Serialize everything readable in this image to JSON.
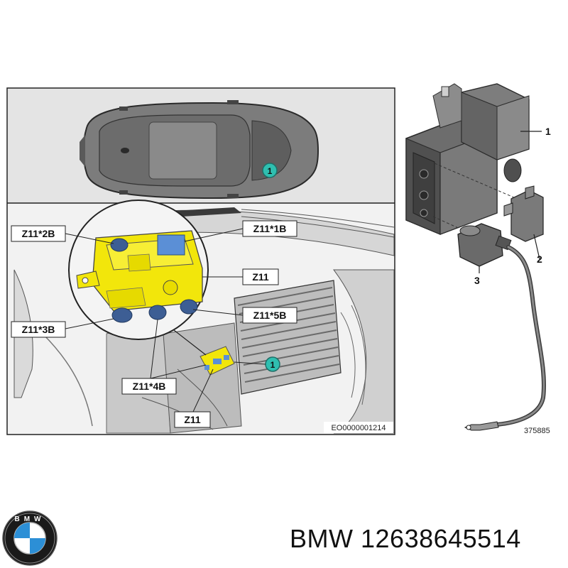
{
  "diagram": {
    "callouts": {
      "z11_2b": "Z11*2B",
      "z11_1b": "Z11*1B",
      "z11_main": "Z11",
      "z11_5b": "Z11*5B",
      "z11_3b": "Z11*3B",
      "z11_4b": "Z11*4B",
      "z11_bottom": "Z11"
    },
    "location_marker": "1",
    "image_ref": "EO0000001214",
    "parts": {
      "p1": "1",
      "p2": "2",
      "p3": "3"
    },
    "part_ref": "375885"
  },
  "branding": {
    "logo_letters": "BMW",
    "brand": "BMW",
    "part_number": "12638645514"
  },
  "colors": {
    "highlight_yellow": "#f2e60b",
    "connector_blue": "#5b8fd6",
    "marker_teal": "#2fbfb0",
    "panel_bg": "#e9e9e9"
  }
}
